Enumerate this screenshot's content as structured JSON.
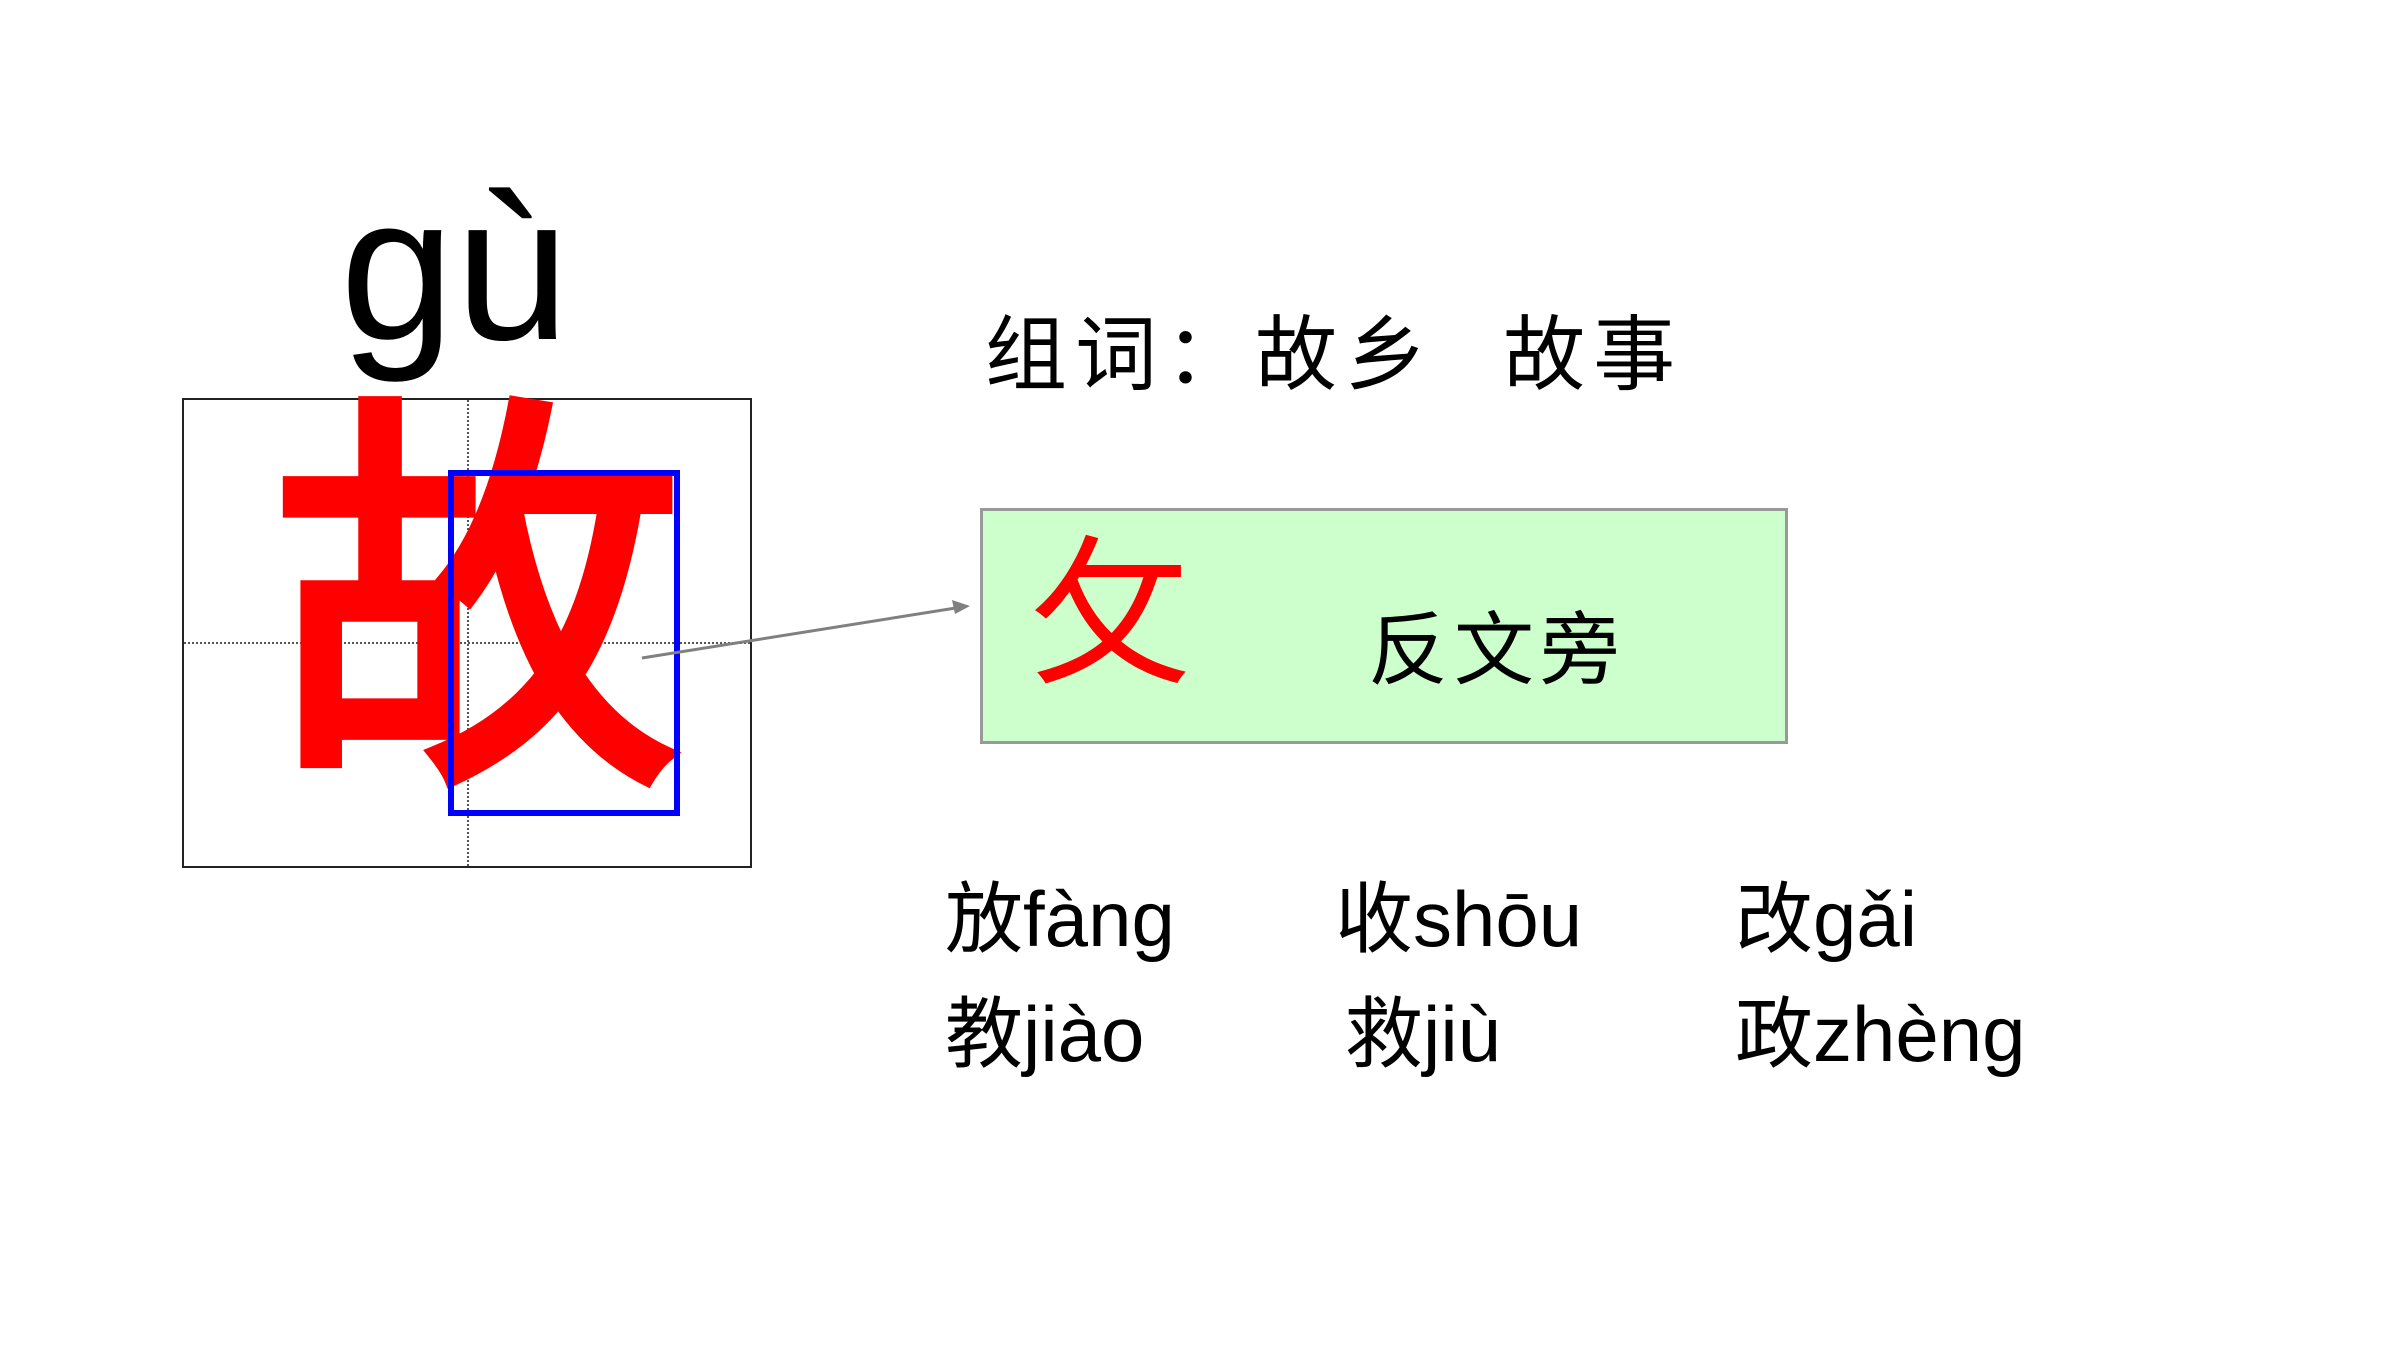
{
  "pinyin": "gù",
  "character": "故",
  "words_line": "组词：故乡  故事",
  "radical": {
    "glyph": "攵",
    "name": "反文旁"
  },
  "related_characters": [
    {
      "char": "放",
      "pinyin": "fàng"
    },
    {
      "char": "收",
      "pinyin": "shōu"
    },
    {
      "char": "改",
      "pinyin": "gǎi"
    },
    {
      "char": "教",
      "pinyin": "jiào"
    },
    {
      "char": "救",
      "pinyin": "jiù"
    },
    {
      "char": "政",
      "pinyin": "zhèng"
    }
  ],
  "colors": {
    "character": "#ff0000",
    "highlight_border": "#0000ff",
    "radical_box_fill": "#ccffcc",
    "radical_glyph": "#ff0000",
    "arrow": "#808080"
  }
}
